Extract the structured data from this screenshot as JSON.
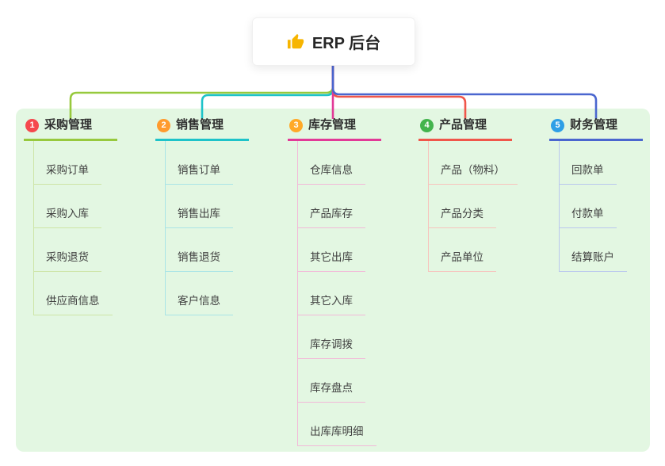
{
  "root": {
    "label": "ERP 后台",
    "icon": "thumbs-up-icon",
    "icon_color": "#f7b500"
  },
  "colors": {
    "panel_bg": "#e3f7e2",
    "stem": "#4a66cf"
  },
  "branches": [
    {
      "num": "1",
      "label": "采购管理",
      "badge_color": "#f5484d",
      "line_color": "#97c93d",
      "child_line_color": "#cde5a6",
      "children": [
        "采购订单",
        "采购入库",
        "采购退货",
        "供应商信息"
      ]
    },
    {
      "num": "2",
      "label": "销售管理",
      "badge_color": "#ff9b2e",
      "line_color": "#1ec3c9",
      "child_line_color": "#a9e4e6",
      "children": [
        "销售订单",
        "销售出库",
        "销售退货",
        "客户信息"
      ]
    },
    {
      "num": "3",
      "label": "库存管理",
      "badge_color": "#ffa928",
      "line_color": "#e23a97",
      "child_line_color": "#f2b9d8",
      "children": [
        "仓库信息",
        "产品库存",
        "其它出库",
        "其它入库",
        "库存调拨",
        "库存盘点",
        "出库库明细"
      ]
    },
    {
      "num": "4",
      "label": "产品管理",
      "badge_color": "#43b44d",
      "line_color": "#f0564a",
      "child_line_color": "#f7c3bd",
      "children": [
        "产品（物料）",
        "产品分类",
        "产品单位"
      ]
    },
    {
      "num": "5",
      "label": "财务管理",
      "badge_color": "#2e9fe6",
      "line_color": "#4a66cf",
      "child_line_color": "#bac7ee",
      "children": [
        "回款单",
        "付款单",
        "结算账户"
      ]
    }
  ]
}
